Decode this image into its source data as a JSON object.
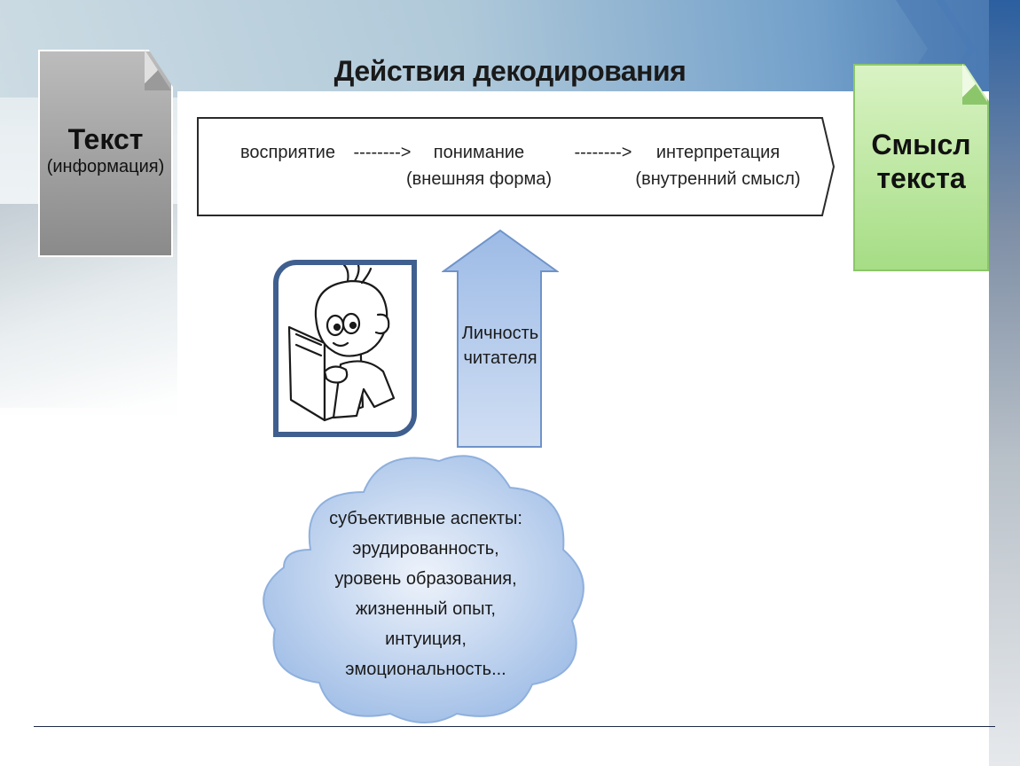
{
  "title": "Действия декодирования",
  "source_box": {
    "title": "Текст",
    "subtitle": "(информация)"
  },
  "target_box": {
    "line1": "Смысл",
    "line2": "текста"
  },
  "process": {
    "step1": "восприятие",
    "sep1": "-------->",
    "step2": "понимание",
    "step2_sub": "(внешняя форма)",
    "sep2": "-------->",
    "step3": "интерпретация",
    "step3_sub": "(внутренний смысл)"
  },
  "arrow_label": {
    "line1": "Личность",
    "line2": "читателя"
  },
  "cloud": {
    "lines": [
      "субъективные аспекты:",
      "эрудированность,",
      "уровень образования,",
      "жизненный опыт,",
      "интуиция,",
      "эмоциональность..."
    ]
  },
  "colors": {
    "text_box": "#9a9a9a",
    "meaning_box": "#b9e69a",
    "arrow_blue": "#b7cdee",
    "frame_blue": "#3f5f8f"
  },
  "illustration": "boy-reading-book-icon"
}
